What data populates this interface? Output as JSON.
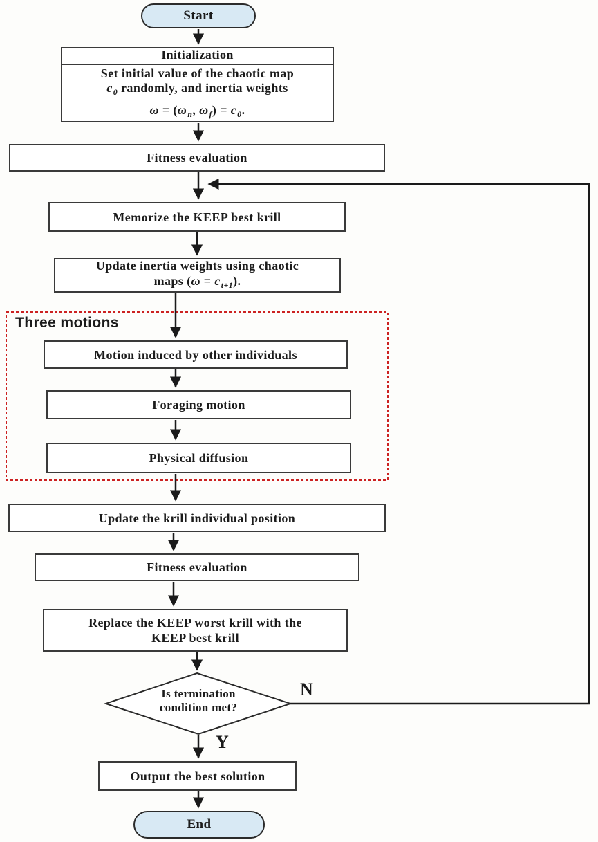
{
  "diagram": {
    "start": "Start",
    "initialization": {
      "header": "Initialization",
      "line1": "Set initial value of the chaotic map",
      "line2": {
        "var": "c",
        "sub": "0",
        "rest": " randomly, and inertia weights"
      },
      "formula": {
        "o1": "ω",
        "eq1": " = (",
        "o2": "ω",
        "sub1": "n",
        "comma": ", ",
        "o3": "ω",
        "sub2": "f",
        "eq2": ") = ",
        "var": "c",
        "sub3": "0",
        "end": "."
      }
    },
    "fitness1": "Fitness evaluation",
    "memorize": "Memorize the KEEP best krill",
    "update_weights": {
      "line1": "Update inertia weights using chaotic",
      "line2": {
        "a": "maps (",
        "omega": "ω",
        "b": " = ",
        "var": "c",
        "sub": "t+1",
        "c": ")."
      }
    },
    "three_motions": "Three motions",
    "motion_induced": "Motion induced by other individuals",
    "foraging": "Foraging motion",
    "diffusion": "Physical diffusion",
    "update_position": "Update the krill individual position",
    "fitness2": "Fitness evaluation",
    "replace": {
      "line1": "Replace the KEEP worst krill with the",
      "line2": "KEEP best krill"
    },
    "decision": {
      "line1": "Is termination",
      "line2": "condition met?",
      "no": "N",
      "yes": "Y"
    },
    "output": "Output the best solution",
    "end": "End"
  },
  "colors": {
    "terminal_fill": "#d8e9f4",
    "dashed_box": "#cc2222",
    "line": "#1a1a1a",
    "box_border": "#3a3a3a"
  }
}
